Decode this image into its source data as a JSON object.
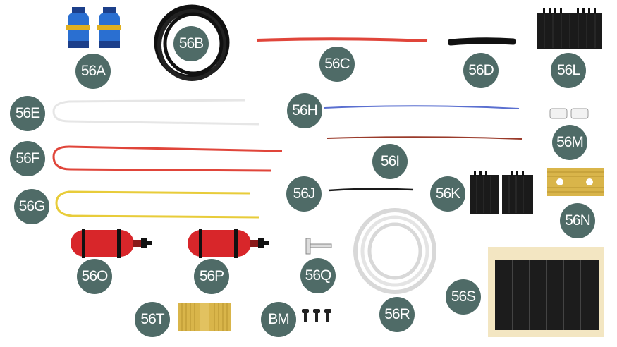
{
  "labels": {
    "56A": "56A",
    "56B": "56B",
    "56C": "56C",
    "56D": "56D",
    "56L": "56L",
    "56E": "56E",
    "56H": "56H",
    "56M": "56M",
    "56F": "56F",
    "56I": "56I",
    "56G": "56G",
    "56J": "56J",
    "56K": "56K",
    "56N": "56N",
    "56O": "56O",
    "56P": "56P",
    "56Q": "56Q",
    "56R": "56R",
    "56S": "56S",
    "56T": "56T",
    "BM": "BM"
  },
  "colors": {
    "badge": "#4f6b67",
    "badge_text": "#ffffff",
    "coil_blue": "#2a6fd1",
    "coil_yellow": "#e0b020",
    "wire_red": "#e0453a",
    "wire_white": "#e6e6e6",
    "wire_yellow": "#e8cc3a",
    "wire_blue": "#5a6fd0",
    "wire_brown": "#9a3a2a",
    "wire_black": "#1a1a1a",
    "extinguisher_red": "#d8262a",
    "brass": "#d9b54a",
    "panel_frame": "#f3e6c2",
    "panel_black": "#1c1c1c"
  }
}
